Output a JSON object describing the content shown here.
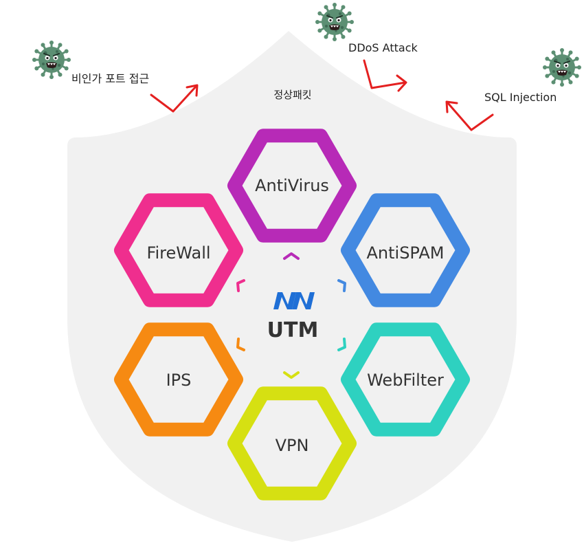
{
  "center": {
    "logo_name": "nn-logo-icon",
    "title": "UTM",
    "logo_color": "#1f6fd6",
    "title_color": "#333333"
  },
  "normal_packet": {
    "label": "정상패킷"
  },
  "threats": [
    {
      "id": "port",
      "label": "비인가 포트 접근",
      "icon": "virus-icon"
    },
    {
      "id": "ddos",
      "label": "DDoS Attack",
      "icon": "virus-icon"
    },
    {
      "id": "sql",
      "label": "SQL Injection",
      "icon": "virus-icon"
    }
  ],
  "modules": [
    {
      "id": "antivirus",
      "label": "AntiVirus",
      "color": "#b72ab7"
    },
    {
      "id": "antispam",
      "label": "AntiSPAM",
      "color": "#4389e1"
    },
    {
      "id": "webfilter",
      "label": "WebFilter",
      "color": "#2ed1c0"
    },
    {
      "id": "vpn",
      "label": "VPN",
      "color": "#d6e012"
    },
    {
      "id": "ips",
      "label": "IPS",
      "color": "#f68a12"
    },
    {
      "id": "firewall",
      "label": "FireWall",
      "color": "#ef2e8e"
    }
  ],
  "colors": {
    "shield": "#f1f1f1",
    "arrow": "#e42020",
    "virus": "#5c8f73",
    "virus_dark": "#3f6b55"
  }
}
